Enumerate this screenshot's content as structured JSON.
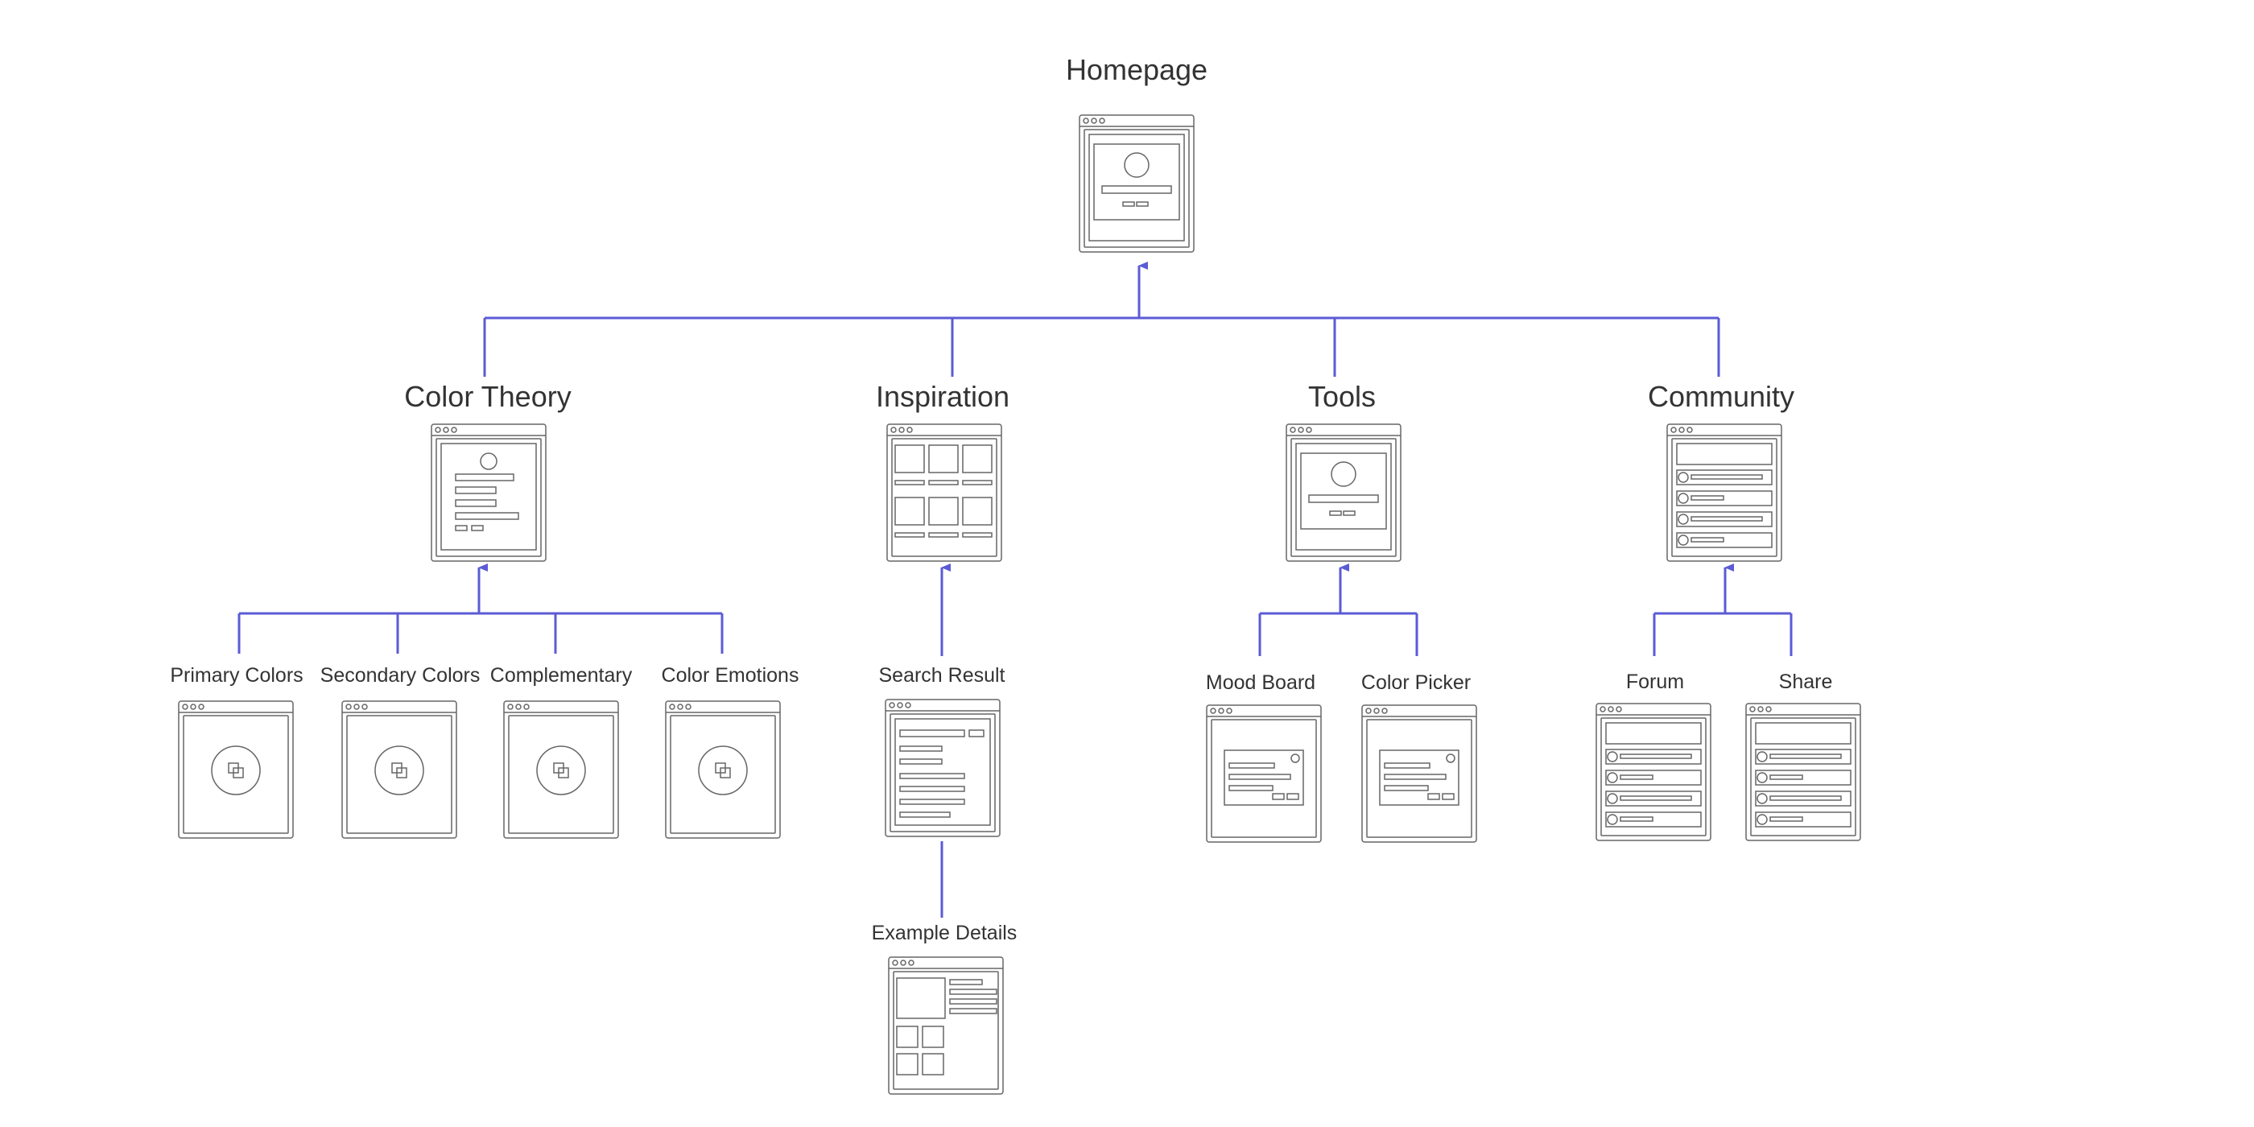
{
  "colors": {
    "connector": "#5b5bd6",
    "wireframe_stroke": "#666666",
    "text": "#333333",
    "background": "#ffffff"
  },
  "nodes": {
    "homepage": {
      "label": "Homepage",
      "icon": "homepage-wireframe-icon"
    },
    "color_theory": {
      "label": "Color Theory",
      "icon": "content-list-wireframe-icon"
    },
    "inspiration": {
      "label": "Inspiration",
      "icon": "gallery-grid-wireframe-icon"
    },
    "tools": {
      "label": "Tools",
      "icon": "hero-wireframe-icon"
    },
    "community": {
      "label": "Community",
      "icon": "feed-list-wireframe-icon"
    },
    "primary_colors": {
      "label": "Primary Colors",
      "icon": "color-swatch-wireframe-icon"
    },
    "secondary_colors": {
      "label": "Secondary Colors",
      "icon": "color-swatch-wireframe-icon"
    },
    "complementary": {
      "label": "Complementary",
      "icon": "color-swatch-wireframe-icon"
    },
    "color_emotions": {
      "label": "Color Emotions",
      "icon": "color-swatch-wireframe-icon"
    },
    "search_result": {
      "label": "Search Result",
      "icon": "search-list-wireframe-icon"
    },
    "example_details": {
      "label": "Example Details",
      "icon": "detail-wireframe-icon"
    },
    "mood_board": {
      "label": "Mood Board",
      "icon": "dialog-card-wireframe-icon"
    },
    "color_picker": {
      "label": "Color Picker",
      "icon": "dialog-card-wireframe-icon"
    },
    "forum": {
      "label": "Forum",
      "icon": "feed-list-wireframe-icon"
    },
    "share": {
      "label": "Share",
      "icon": "feed-list-wireframe-icon"
    }
  },
  "edges": [
    {
      "from": "color_theory",
      "to": "homepage"
    },
    {
      "from": "inspiration",
      "to": "homepage"
    },
    {
      "from": "tools",
      "to": "homepage"
    },
    {
      "from": "community",
      "to": "homepage"
    },
    {
      "from": "primary_colors",
      "to": "color_theory"
    },
    {
      "from": "secondary_colors",
      "to": "color_theory"
    },
    {
      "from": "complementary",
      "to": "color_theory"
    },
    {
      "from": "color_emotions",
      "to": "color_theory"
    },
    {
      "from": "search_result",
      "to": "inspiration"
    },
    {
      "from": "example_details",
      "to": "search_result"
    },
    {
      "from": "mood_board",
      "to": "tools"
    },
    {
      "from": "color_picker",
      "to": "tools"
    },
    {
      "from": "forum",
      "to": "community"
    },
    {
      "from": "share",
      "to": "community"
    }
  ]
}
